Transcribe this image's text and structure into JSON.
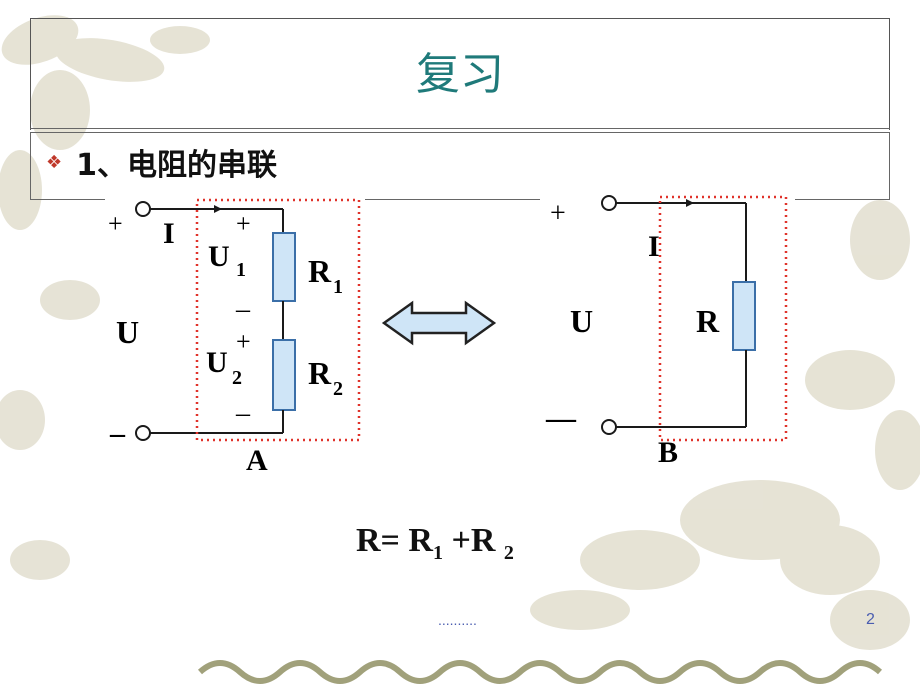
{
  "slide": {
    "title": "复习",
    "bullet_marker": "❖",
    "bullet_text": "1、电阻的串联",
    "formula": {
      "main": "R= R",
      "sub1": "1",
      "mid": " +R ",
      "sub2": "2"
    },
    "footer_dots": "..........",
    "page_number": "2"
  },
  "left_circuit": {
    "plus_terminal": "+",
    "minus_terminal": "–",
    "current": "I",
    "voltage": "U",
    "u1": "U",
    "u1_sub": "1",
    "u2": "U",
    "u2_sub": "2",
    "r1": "R",
    "r1_sub": "1",
    "r2": "R",
    "r2_sub": "2",
    "u1_plus": "+",
    "u1_minus": "–",
    "u2_plus": "+",
    "u2_minus": "–",
    "node": "A"
  },
  "right_circuit": {
    "plus_terminal": "+",
    "minus_terminal": "—",
    "current": "I",
    "voltage": "U",
    "resistor": "R",
    "node": "B"
  },
  "colors": {
    "title": "#1f7a7a",
    "resistor_fill": "#cfe5f7",
    "resistor_stroke": "#3b6fa8",
    "dotted_box": "#e0332b",
    "arrow_fill": "#cfe5f7",
    "arrow_stroke": "#222222",
    "wire": "#1a1a1a"
  }
}
